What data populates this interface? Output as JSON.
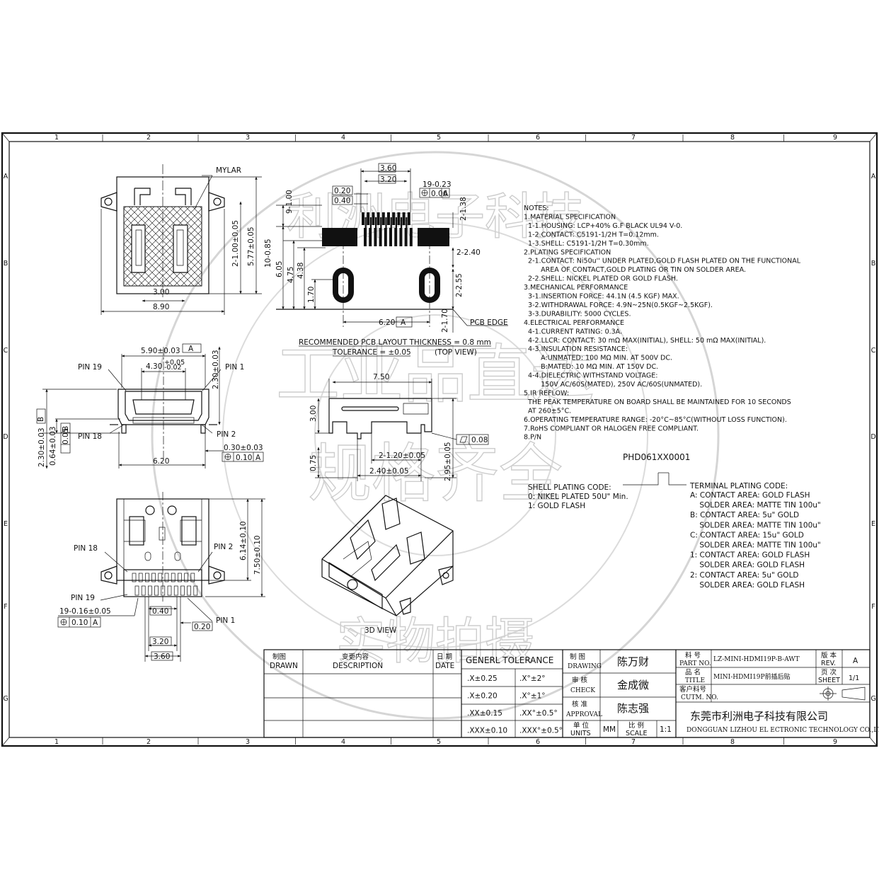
{
  "grid": {
    "columns": [
      "1",
      "2",
      "3",
      "4",
      "5",
      "6",
      "7",
      "8",
      "9"
    ],
    "rows": [
      "A",
      "B",
      "C",
      "D",
      "E",
      "F",
      "G"
    ]
  },
  "watermark": {
    "lines": [
      "利洲电子科技",
      "工业品直达",
      "规格齐全",
      "实物拍摄"
    ]
  },
  "views": {
    "front": {
      "mylar": "MYLAR",
      "dims": [
        "3.00",
        "8.90",
        "2-1.00±0.05",
        "5.77±0.05"
      ]
    },
    "side": {
      "dims": [
        "9-1.00",
        "10-0.85",
        "6.05",
        "4.75",
        "4.38",
        "1.70"
      ]
    },
    "pcb": {
      "dims": [
        "3.60",
        "3.20",
        "0.20",
        "0.40",
        "19-0.23",
        "0.06",
        "A",
        "2-1.38",
        "2-2.40",
        "2-2.55",
        "2-1.70"
      ],
      "dim_62": "6.20",
      "datum_a": "A",
      "pcb_edge": "PCB EDGE",
      "note1": "RECOMMENDED PCB LAYOUT THICKNESS = 0.8 mm",
      "note2": "TOLERANCE = ±0.05",
      "note3": "(TOP VIEW)"
    },
    "end": {
      "dims": [
        "5.90±0.03",
        "A",
        "4.30",
        "+0.05",
        "-0.02",
        "2.30±0.03",
        "2.30±0.03",
        "0.64±0.03",
        "0.05",
        "B",
        "B",
        "6.20",
        "0.30±0.03",
        "0.10",
        "A"
      ],
      "pins": [
        "PIN 19",
        "PIN 1",
        "PIN 18",
        "PIN 2"
      ]
    },
    "bottom_side": {
      "dims": [
        "7.50",
        "3.00",
        "0.75",
        "2-1.20±0.05",
        "2.40±0.05",
        "2.95±0.05",
        "0.08"
      ]
    },
    "top": {
      "pins": [
        "PIN 18",
        "PIN 2",
        "PIN 19",
        "PIN 1"
      ],
      "dims": [
        "6.14±0.10",
        "7.50±0.10",
        "19-0.16±0.05",
        "0.10",
        "A",
        "0.40",
        "0.20",
        "3.20",
        "3.60"
      ]
    },
    "iso": {
      "label": "3D VIEW"
    }
  },
  "notes": [
    "NOTES:",
    "1.MATERIAL SPECIFICATION",
    "  1-1.HOUSING: LCP+40% G.F BLACK UL94 V-0.",
    "  1-2.CONTACT: C5191-1/2H T=0.12mm.",
    "  1-3.SHELL: C5191-1/2H T=0.30mm.",
    "2.PLATING SPECIFICATION",
    "  2-1.CONTACT: Ni50u'' UNDER PLATED,GOLD FLASH PLATED ON THE FUNCTIONAL",
    "        AREA OF CONTACT,GOLD PLATING OR TIN ON SOLDER AREA.",
    "  2-2.SHELL: NICKEL PLATED OR GOLD FLASH.",
    "3.MECHANICAL PERFORMANCE",
    "  3-1.INSERTION FORCE: 44.1N (4.5 KGF) MAX.",
    "  3-2.WITHDRAWAL FORCE: 4.9N~25N(0.5KGF~2.5KGF).",
    "  3-3.DURABILITY: 5000 CYCLES.",
    "4.ELECTRICAL PERFORMANCE",
    "  4-1.CURRENT RATING: 0.3A.",
    "  4-2.LLCR: CONTACT: 30 mΩ MAX(INITIAL), SHELL: 50 mΩ MAX(INITIAL).",
    "  4-3.INSULATION RESISTANCE:",
    "        A:UNMATED: 100 MΩ MIN. AT 500V DC.",
    "        B:MATED: 10 MΩ MIN. AT 150V DC.",
    "  4-4.DIELECTRIC WITHSTAND VOLTAGE:",
    "        150V AC/60S(MATED), 250V AC/60S(UNMATED).",
    "5.IR REFLOW:",
    "  THE PEAK TEMPERATURE ON BOARD SHALL BE MAINTAINED FOR 10 SECONDS",
    "  AT 260±5°C.",
    "6.OPERATING TEMPERATURE RANGE: -20°C~85°C(WITHOUT LOSS FUNCTION).",
    "7.RoHS COMPLIANT OR HALOGEN FREE COMPLIANT.",
    "8.P/N"
  ],
  "part_code": {
    "pn": "PHD061XX0001",
    "shell_title": "SHELL PLATING CODE:",
    "shell": [
      "0: NIKEL PLATED 50U\" Min.",
      "1: GOLD FLASH"
    ],
    "terminal_title": "TERMINAL PLATING CODE:",
    "terminal": [
      "A: CONTACT AREA: GOLD FLASH",
      "    SOLDER AREA: MATTE TIN 100u\"",
      "B: CONTACT AREA: 5u\" GOLD",
      "    SOLDER AREA: MATTE TIN 100u\"",
      "C: CONTACT AREA: 15u\" GOLD",
      "    SOLDER AREA: MATTE TIN 100u\"",
      "1: CONTACT AREA: GOLD FLASH",
      "    SOLDER AREA: GOLD FLASH",
      "2: CONTACT AREA: 5u\" GOLD",
      "    SOLDER AREA: GOLD FLASH"
    ]
  },
  "title_block": {
    "drawn_cn": "制图",
    "drawn_en": "DRAWN",
    "desc_cn": "变更内容",
    "desc_en": "DESCRIPTION",
    "date_cn": "日 期",
    "date_en": "DATE",
    "tol_title": "GENERL  TOLERANCE",
    "tol": [
      [
        ".X±0.25",
        ".X°±2°"
      ],
      [
        ".X±0.20",
        ".X°±1°"
      ],
      [
        ".XX±0.15",
        ".XX°±0.5°"
      ],
      [
        ".XXX±0.10",
        ".XXX°±0.5°"
      ]
    ],
    "drawing_cn": "制 图",
    "drawing_en": "DRAWING",
    "drawing_name": "陈万财",
    "check_cn": "审 核",
    "check_en": "CHECK",
    "check_name": "金成微",
    "approval_cn": "核 准",
    "approval_en": "APPROVAL",
    "approval_name": "陈志强",
    "units_cn": "单 位",
    "units_en": "UNITS",
    "units": "MM",
    "scale_cn": "比 例",
    "scale_en": "SCALE",
    "scale": "1:1",
    "partno_cn": "料 号",
    "partno_en": "PART NO.",
    "partno": "LZ-MINI-HDMI19P-B-AWT",
    "rev_cn": "版 本",
    "rev_en": "REV.",
    "rev": "A",
    "title_cn": "品 名",
    "title_en": "TITLE",
    "title": "MINI-HDMI19P前插后贴",
    "sheet_cn": "页 次",
    "sheet_en": "SHEET",
    "sheet": "1/1",
    "cust_cn": "客户料号",
    "cust_en": "CUTM. NO.",
    "company_cn": "东莞市利洲电子科技有限公司",
    "company_en": "DONGGUAN LIZHOU EL ECTRONIC TECHNOLOGY CO.,LTD"
  }
}
